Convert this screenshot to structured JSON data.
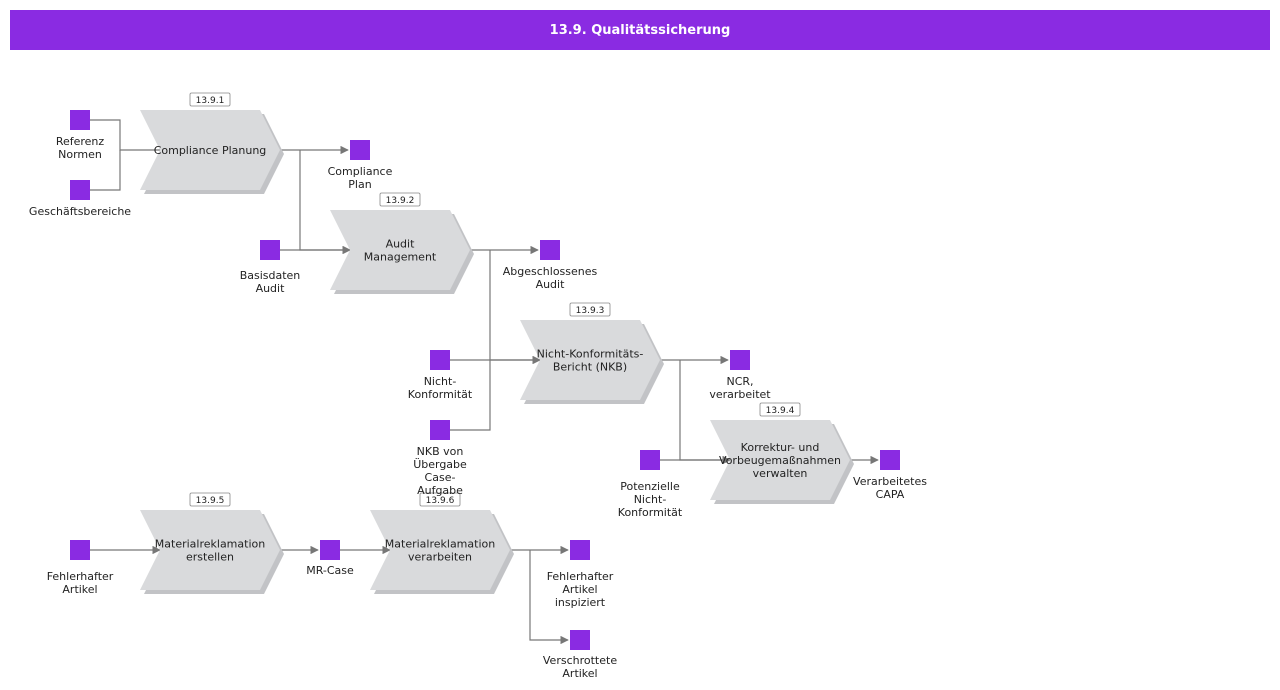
{
  "title": "13.9. Qualitätssicherung",
  "colors": {
    "header": "#8a2be2",
    "object": "#8a2be2",
    "process": "#d9dadc",
    "shadow": "#c2c3c6",
    "line": "#777777"
  },
  "processes": [
    {
      "id": "p1",
      "number": "13.9.1",
      "lines": [
        "Compliance Planung"
      ]
    },
    {
      "id": "p2",
      "number": "13.9.2",
      "lines": [
        "Audit",
        "Management"
      ]
    },
    {
      "id": "p3",
      "number": "13.9.3",
      "lines": [
        "Nicht-Konformitäts-",
        "Bericht (NKB)"
      ]
    },
    {
      "id": "p4",
      "number": "13.9.4",
      "lines": [
        "Korrektur- und",
        "Vorbeugemaßnahmen",
        "verwalten"
      ]
    },
    {
      "id": "p5",
      "number": "13.9.5",
      "lines": [
        "Materialreklamation",
        "erstellen"
      ]
    },
    {
      "id": "p6",
      "number": "13.9.6",
      "lines": [
        "Materialreklamation",
        "verarbeiten"
      ]
    }
  ],
  "objects": [
    {
      "id": "o1",
      "lines": [
        "Referenz",
        "Normen"
      ]
    },
    {
      "id": "o2",
      "lines": [
        "Geschäftsbereiche"
      ]
    },
    {
      "id": "o3",
      "lines": [
        "Compliance",
        "Plan"
      ]
    },
    {
      "id": "o4",
      "lines": [
        "Basisdaten",
        "Audit"
      ]
    },
    {
      "id": "o5",
      "lines": [
        "Abgeschlossenes",
        "Audit"
      ]
    },
    {
      "id": "o6",
      "lines": [
        "Nicht-",
        "Konformität"
      ]
    },
    {
      "id": "o7",
      "lines": [
        "NKB von",
        "Übergabe",
        "Case-",
        "Aufgabe"
      ]
    },
    {
      "id": "o8",
      "lines": [
        "NCR,",
        "verarbeitet"
      ]
    },
    {
      "id": "o9",
      "lines": [
        "Potenzielle",
        "Nicht-",
        "Konformität"
      ]
    },
    {
      "id": "o10",
      "lines": [
        "Verarbeitetes",
        "CAPA"
      ]
    },
    {
      "id": "o11",
      "lines": [
        "Fehlerhafter",
        "Artikel"
      ]
    },
    {
      "id": "o12",
      "lines": [
        "MR-Case"
      ]
    },
    {
      "id": "o13",
      "lines": [
        "Fehlerhafter",
        "Artikel",
        "inspiziert"
      ]
    },
    {
      "id": "o14",
      "lines": [
        "Verschrottete",
        "Artikel"
      ]
    }
  ]
}
